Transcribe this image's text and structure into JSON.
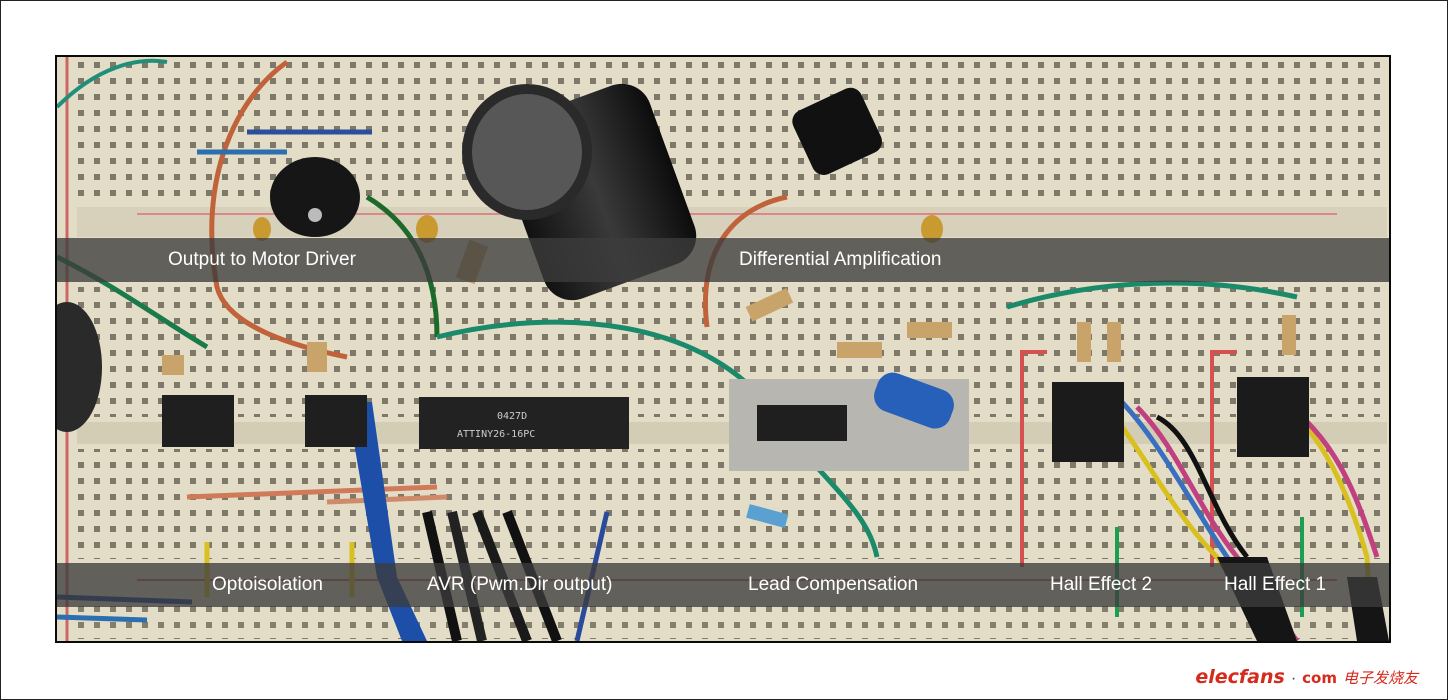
{
  "photo": {
    "labels": {
      "output_motor": "Output to Motor Driver",
      "diff_amp": "Differential Amplification",
      "optoisolation": "Optoisolation",
      "avr": "AVR (Pwm.Dir output)",
      "lead_comp": "Lead Compensation",
      "hall2": "Hall Effect 2",
      "hall1": "Hall Effect 1"
    },
    "chip_markings": {
      "avr_line1": "0427D",
      "avr_line2": "ATTINY26-16PC"
    }
  },
  "watermark": {
    "brand": "elecfans",
    "dot": "·",
    "com": "com",
    "chinese": "电子发烧友"
  },
  "colors": {
    "band": "#3c3c3c",
    "breadboard": "#e7e2cf",
    "watermark_red": "#d62a1c"
  }
}
